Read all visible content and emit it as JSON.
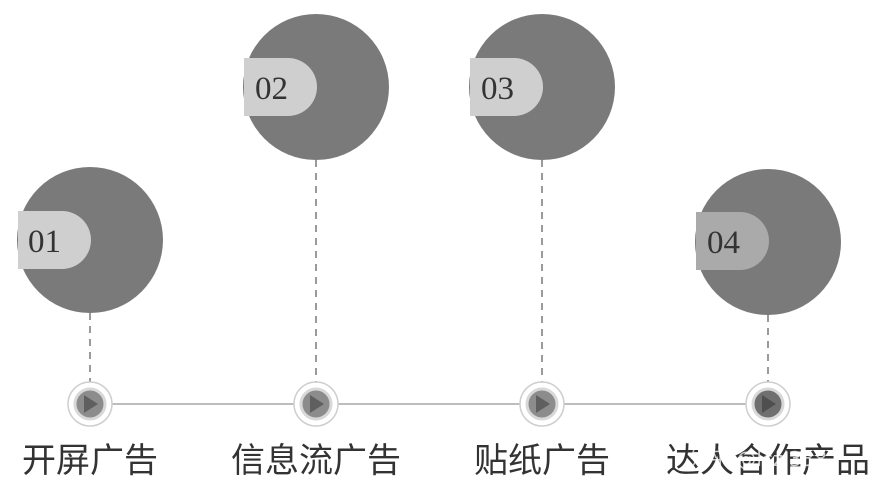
{
  "steps": [
    {
      "number": "01",
      "label": "开屏广告"
    },
    {
      "number": "02",
      "label": "信息流广告"
    },
    {
      "number": "03",
      "label": "贴纸广告"
    },
    {
      "number": "04",
      "label": "达人合作产品"
    }
  ],
  "watermark": "知乎 @lczi3382",
  "colors": {
    "circle": "#7a7a7a",
    "tab_light": "#cfcfcf",
    "tab_mid": "#aaaaaa",
    "line": "#bdbdbd",
    "dash": "#9a9a9a",
    "node_fill": "#8c8c8c",
    "text": "#333333"
  }
}
